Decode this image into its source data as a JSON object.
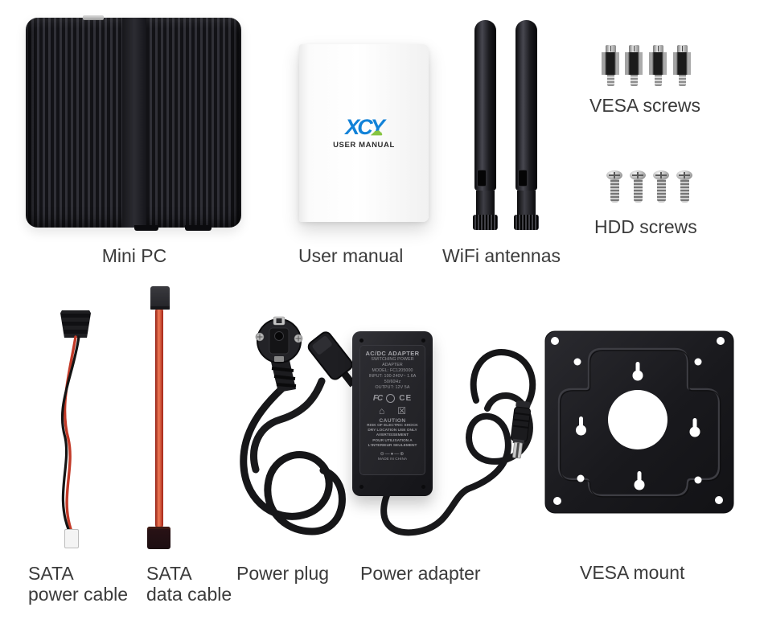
{
  "colors": {
    "background": "#ffffff",
    "label_text": "#3b3b3b",
    "logo_blue": "#1282d8",
    "logo_green": "#86c440",
    "sata_cable_red": "#d9442b"
  },
  "items": {
    "mini_pc": {
      "label": "Mini PC"
    },
    "user_manual": {
      "label": "User manual",
      "logo_text": "XCY",
      "cover_title": "USER MANUAL"
    },
    "wifi_antennas": {
      "label": "WiFi antennas"
    },
    "vesa_screws": {
      "label": "VESA screws"
    },
    "hdd_screws": {
      "label": "HDD screws"
    },
    "sata_power_cable": {
      "label_line1": "SATA",
      "label_line2": "power cable"
    },
    "sata_data_cable": {
      "label_line1": "SATA",
      "label_line2": "data cable"
    },
    "power_plug": {
      "label": "Power plug"
    },
    "power_adapter": {
      "label": "Power adapter",
      "plate": {
        "title": "AC/DC ADAPTER",
        "line1": "SWITCHING POWER ADAPTER",
        "line2": "MODEL: FC1205000",
        "line3": "INPUT: 100-240V~ 1.6A",
        "line4": "50/60Hz",
        "line5": "OUTPUT: 12V 5A",
        "mark_fcc": "FC",
        "mark_ce": "CE",
        "caution_title": "CAUTION",
        "caution1": "RISK OF ELECTRIC SHOCK",
        "caution2": "DRY LOCATION USE ONLY",
        "caution3": "AVERTISSEMENT",
        "caution4": "POUR UTILISATION A",
        "caution5": "L'INTERIEUR SEULEMENT",
        "made_in": "MADE IN CHINA"
      }
    },
    "vesa_mount": {
      "label": "VESA mount"
    }
  }
}
